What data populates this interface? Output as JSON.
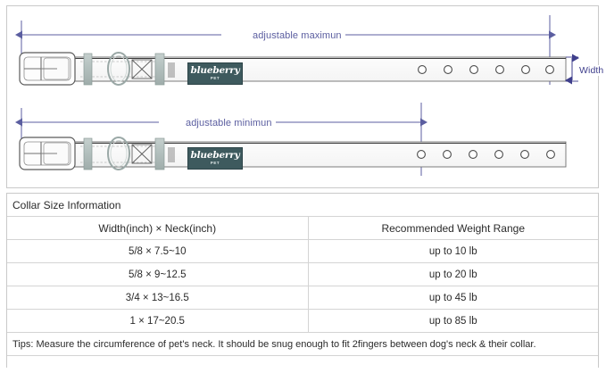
{
  "diagram": {
    "max_label": "adjustable maximun",
    "min_label": "adjustable minimun",
    "width_label": "Width",
    "logo": {
      "brand": "blueberry",
      "sub": "PET"
    },
    "accent_color": "#5b5ea0",
    "patch_color": "#3e5a5e",
    "top_belt_holes": 6,
    "bottom_belt_holes": 6
  },
  "table": {
    "title": "Collar Size Information",
    "headers": [
      "Width(inch)  ×  Neck(inch)",
      "Recommended Weight Range"
    ],
    "rows": [
      {
        "size": "5/8 × 7.5~10",
        "weight": "up to 10 lb"
      },
      {
        "size": "5/8 × 9~12.5",
        "weight": "up to 20 lb"
      },
      {
        "size": "3/4 × 13~16.5",
        "weight": "up to 45 lb"
      },
      {
        "size": "1 × 17~20.5",
        "weight": "up to 85 lb"
      }
    ],
    "tips": "Tips: Measure the circumference of pet's neck. It should be snug enough to fit 2fingers between dog's neck & their collar."
  }
}
